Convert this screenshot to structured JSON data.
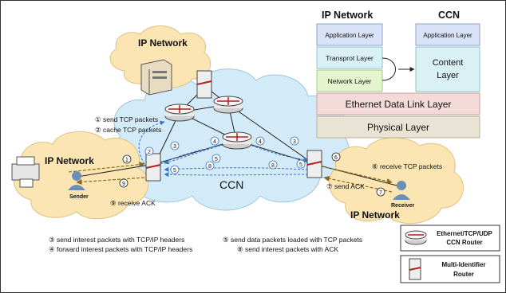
{
  "left_network_label": "IP Network",
  "top_network_label": "IP Network",
  "right_network_label": "IP Network",
  "ccn_label": "CCN",
  "sender_label": "Sender",
  "receiver_label": "Receiver",
  "stack": {
    "ip_title": "IP Network",
    "ccn_title": "CCN",
    "application_layer": "Application Layer",
    "transport_layer": "Transprot Layer",
    "network_layer": "Network Layer",
    "ccn_application_layer": "Application Layer",
    "content_layer_line1": "Content",
    "content_layer_line2": "Layer",
    "ethernet_layer": "Ethernet Data Link Layer",
    "physical_layer": "Physical Layer"
  },
  "annotations": {
    "step1": "① send TCP packets",
    "step2": "② cache TCP packets",
    "step6": "⑥ receive TCP packets",
    "step7": "⑦ send ACK",
    "step9": "⑨ receive ACK"
  },
  "markers": {
    "m1": "1",
    "m2": "2",
    "m3": "3",
    "m4": "4",
    "m5": "5",
    "m6": "6",
    "m7": "7",
    "m8": "8",
    "m9": "9"
  },
  "notes": {
    "line1": "③ send interest packets with TCP/IP headers",
    "line2": "④ forward interest packets with TCP/IP headers",
    "line3": "⑤ send data packets loaded with TCP packets",
    "line4": "⑧ send interest packets with ACK"
  },
  "legend": {
    "router1_line1": "Ethernet/TCP/UDP",
    "router1_line2": "CCN Router",
    "router2_line1": "Multi-Identifier",
    "router2_line2": "Router"
  },
  "colors": {
    "ip_cloud": "#fbe6b3",
    "ccn_cloud": "#d3ebf8",
    "app_layer": "#d9e3f7",
    "transport_layer": "#d9f1f4",
    "network_layer": "#e4f4cc",
    "ethernet_layer": "#f4d9d9",
    "physical_layer": "#e8e3d3",
    "dashed_blue": "#3b73c9",
    "dashed_brown": "#8a6a1e"
  }
}
